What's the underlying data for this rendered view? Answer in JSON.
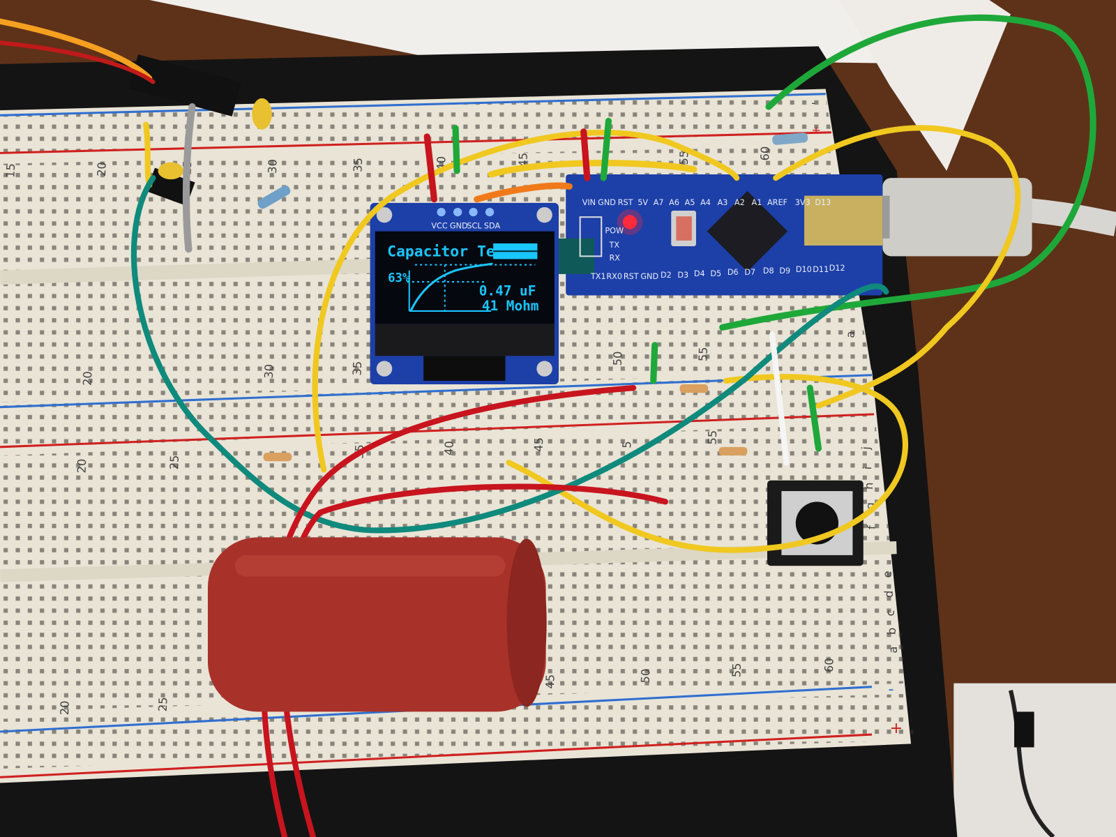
{
  "oled_module": {
    "pin_labels": [
      "VCC",
      "GND",
      "SCL",
      "SDA"
    ],
    "screen": {
      "title": "Capacitor Test",
      "percent_label": "63%",
      "capacitance": "0.47 uF",
      "resistance": "41 Mohm"
    }
  },
  "arduino_nano": {
    "top_pins": [
      "VIN",
      "GND",
      "RST",
      "5V",
      "A7",
      "A6",
      "A5",
      "A4",
      "A3",
      "A2",
      "A1",
      "AREF",
      "3V3",
      "D13"
    ],
    "bottom_pins": [
      "TX1",
      "RX0",
      "RST",
      "GND",
      "D2",
      "D3",
      "D4",
      "D5",
      "D6",
      "D7",
      "D8",
      "D9",
      "D10",
      "D11",
      "D12"
    ],
    "led_labels": [
      "POW",
      "TX",
      "RX"
    ],
    "colors": {
      "board": "#1d3fa8",
      "power_led": "#ff2a3a"
    }
  },
  "breadboard_upper": {
    "column_numbers_top": [
      "15",
      "20",
      "25",
      "30",
      "35",
      "40",
      "45",
      "55",
      "60"
    ],
    "column_numbers_bottom": [
      "20",
      "30",
      "35",
      "50",
      "55"
    ],
    "row_letter": "a",
    "rail_signs": [
      "-",
      "+"
    ]
  },
  "breadboard_lower": {
    "column_numbers_top": [
      "20",
      "25",
      "35",
      "40",
      "45",
      "5",
      "55"
    ],
    "column_numbers_bottom": [
      "20",
      "25",
      "45",
      "50",
      "55",
      "60"
    ],
    "row_letters_top": [
      "j",
      "i",
      "h",
      "g",
      "f"
    ],
    "row_letters_bottom": [
      "e",
      "d",
      "c",
      "b",
      "a"
    ],
    "rail_signs": [
      "-",
      "+"
    ]
  },
  "colors": {
    "breadboard": "#e9e4d6",
    "capacitor": "#a8322a",
    "wire_green": "#1fa83a",
    "wire_yellow": "#f0c820",
    "wire_red": "#c8141e",
    "wire_teal": "#0f8a7c",
    "wire_orange": "#f07a1a"
  }
}
